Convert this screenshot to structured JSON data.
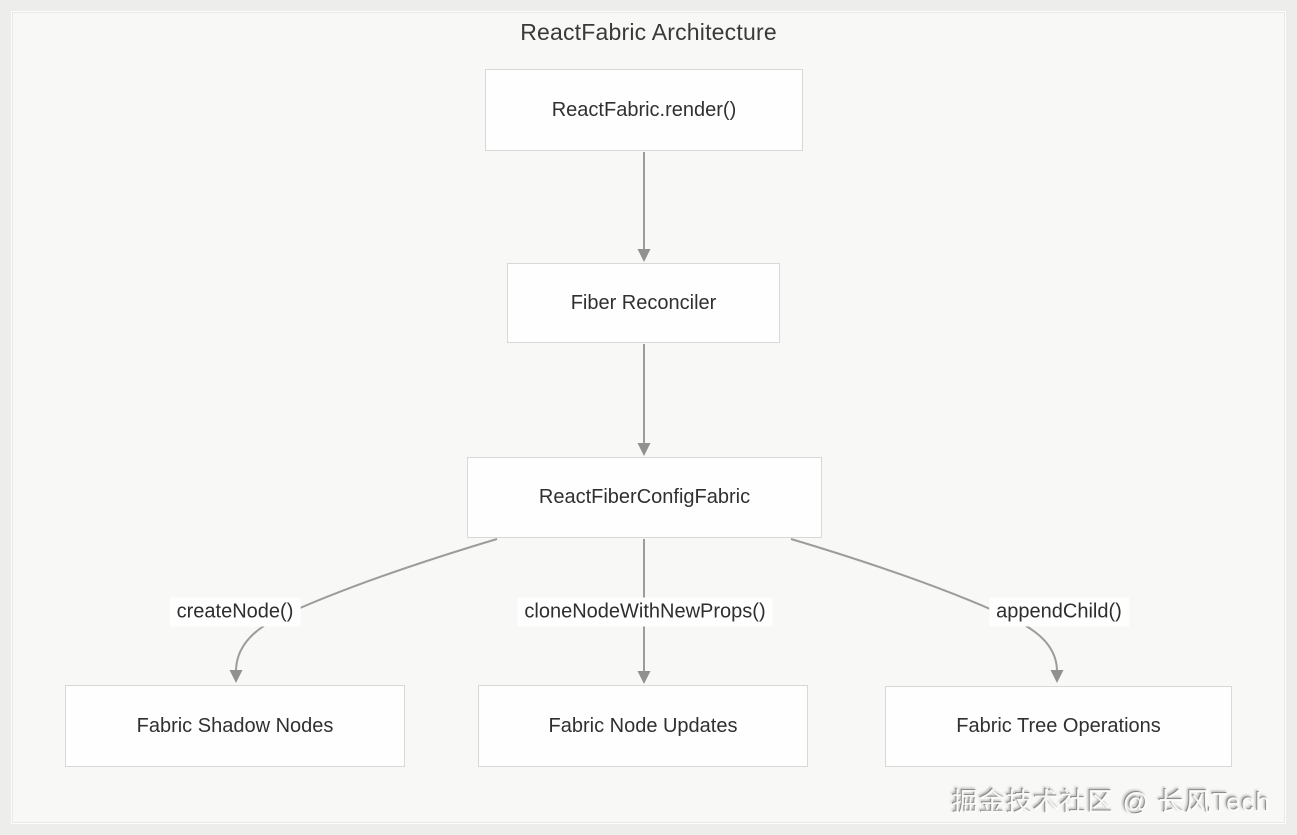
{
  "diagram": {
    "title": "ReactFabric Architecture",
    "nodes": [
      {
        "id": "render",
        "label": "ReactFabric.render()"
      },
      {
        "id": "reconciler",
        "label": "Fiber Reconciler"
      },
      {
        "id": "config",
        "label": "ReactFiberConfigFabric"
      },
      {
        "id": "shadow",
        "label": "Fabric Shadow Nodes"
      },
      {
        "id": "updates",
        "label": "Fabric Node Updates"
      },
      {
        "id": "treeops",
        "label": "Fabric Tree Operations"
      }
    ],
    "edges": [
      {
        "from": "render",
        "to": "reconciler",
        "label": ""
      },
      {
        "from": "reconciler",
        "to": "config",
        "label": ""
      },
      {
        "from": "config",
        "to": "shadow",
        "label": "createNode()"
      },
      {
        "from": "config",
        "to": "updates",
        "label": "cloneNodeWithNewProps()"
      },
      {
        "from": "config",
        "to": "treeops",
        "label": "appendChild()"
      }
    ],
    "edge_labels": [
      "createNode()",
      "cloneNodeWithNewProps()",
      "appendChild()"
    ],
    "watermark": "掘金技术社区 @ 长风Tech",
    "colors": {
      "page_background": "#ededec",
      "panel_background": "#f8f8f7",
      "node_fill": "#fefefe",
      "node_border": "#d8d8d6",
      "edge_stroke": "#9c9c9c",
      "text": "#303030"
    }
  }
}
